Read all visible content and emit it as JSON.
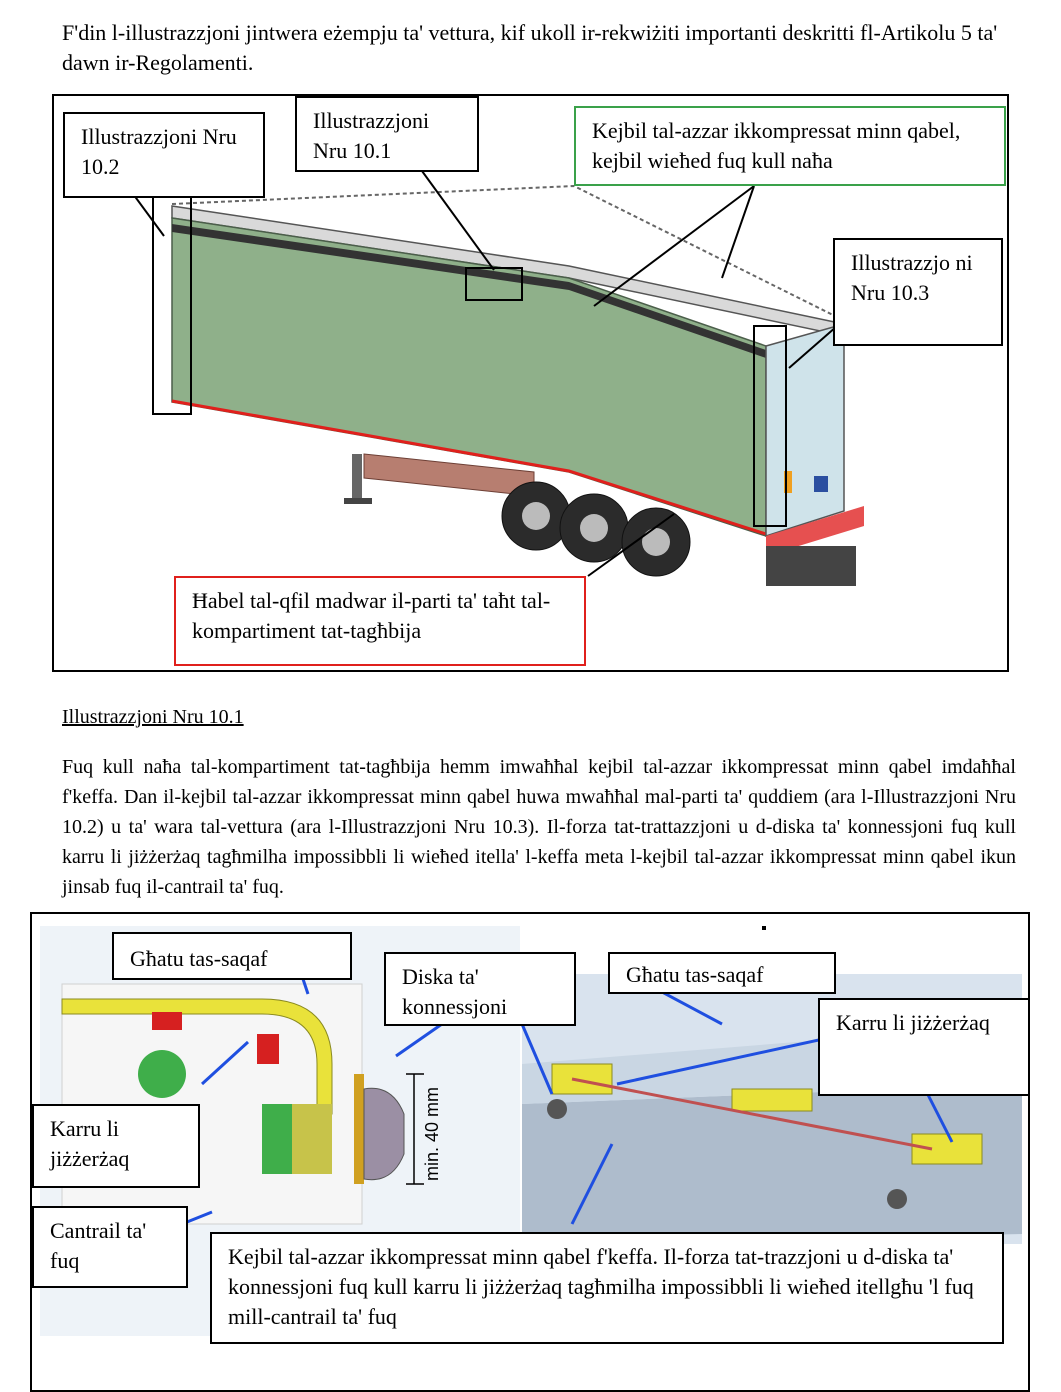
{
  "intro_text": "F'din l-illustrazzjoni jintwera eżempju ta' vettura, kif ukoll ir-rekwiżiti importanti deskritti fl-Artikolu 5 ta' dawn ir-Regolamenti.",
  "figure1": {
    "callouts": {
      "ill_10_2": "Illustrazzjoni Nru 10.2",
      "ill_10_1": "Illustrazzjoni Nru 10.1",
      "ill_10_3": "Illustrazzjo ni Nru 10.3",
      "green_cable": "Kejbil tal-azzar ikkompressat minn qabel, kejbil wieħed fuq kull naħa",
      "red_cable": "Ħabel tal-qfil madwar il-parti ta' taħt tal-kompartiment tat-tagħbija"
    }
  },
  "section_title": "Illustrazzjoni Nru 10.1",
  "section_body": "Fuq kull naħa tal-kompartiment tat-tagħbija hemm imwaħħal kejbil tal-azzar ikkompressat minn qabel imdaħħal f'keffa. Dan il-kejbil tal-azzar ikkompressat minn qabel huwa mwaħħal mal-parti ta' quddiem (ara l-Illustrazzjoni Nru 10.2) u ta' wara tal-vettura (ara l-Illustrazzjoni Nru 10.3). Il-forza tat-trattazzjoni u d-diska ta' konnessjoni fuq kull karru li jiżżerżaq tagħmilha impossibbli li wieħed itella' l-keffa meta l-kejbil tal-azzar ikkompressat minn qabel ikun jinsab fuq il-cantrail ta' fuq.",
  "figure2": {
    "callouts": {
      "roof_cover_left": "Għatu tas-saqaf",
      "connection_disc": "Diska ta' konnessjoni",
      "roof_cover_right": "Għatu tas-saqaf",
      "sliding_carriage_right": "Karru li jiżżerżaq",
      "sliding_carriage_left": "Karru li jiżżerżaq",
      "top_cantrail": "Cantrail ta' fuq",
      "bottom_note": "Kejbil tal-azzar ikkompressat minn qabel f'keffa. Il-forza tat-trazzjoni u d-diska ta' konnessjoni fuq kull karru li jiżżerżaq tagħmilha impossibbli li wieħed itellgħu 'l fuq mill-cantrail ta' fuq"
    },
    "dimension_label": "min. 40 mm"
  },
  "colors": {
    "tarp_green": "#8fb08a",
    "callout_green": "#3aa14a",
    "callout_red": "#e0201c",
    "arrow_blue": "#1f4fe0",
    "rail_yellow": "#e9e23a"
  }
}
